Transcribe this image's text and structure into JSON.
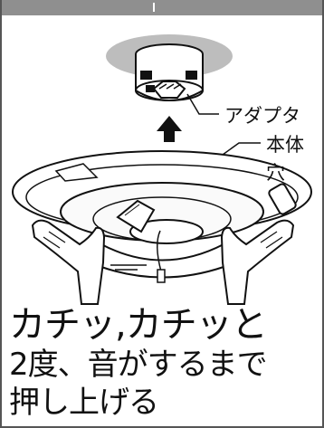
{
  "labels": {
    "adapter": "アダプタ",
    "body": "本体",
    "hole": "穴"
  },
  "caption": {
    "line1": "カチッ,カチッと",
    "line2": "2度、音がするまで",
    "line3": "押し上げる"
  },
  "colors": {
    "ceiling_shadow": "#bdbdbd",
    "line": "#111111",
    "fill": "#ffffff",
    "header": "#8f8f8f"
  }
}
